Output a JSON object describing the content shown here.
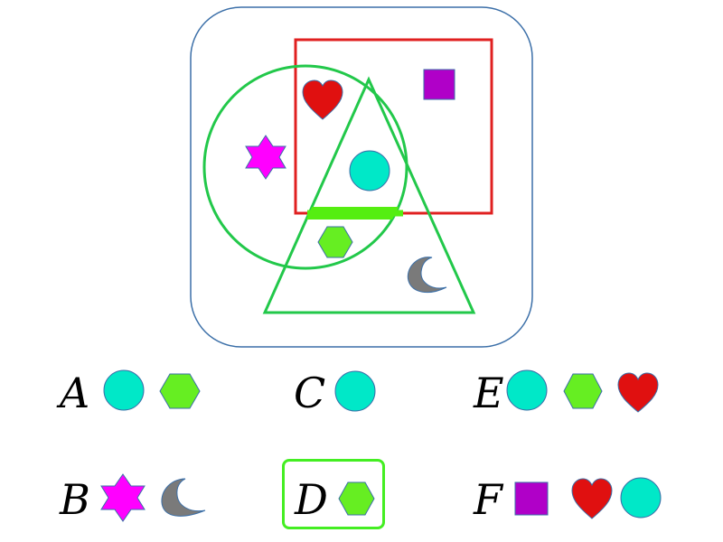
{
  "colors": {
    "frame": "#3b6fa8",
    "red_rect": "#e02020",
    "green_outline": "#22c84a",
    "region_highlight": "#55ee11",
    "heart": "#e01010",
    "square": "#b000c8",
    "star": "#ff00ff",
    "circle": "#00e8c8",
    "hexagon": "#66ee22",
    "moon": "#7a7a7a",
    "shape_stroke": "#3b6fa8"
  },
  "diagram": {
    "sets": [
      "rounded-rectangle-universe",
      "circle",
      "rectangle",
      "triangle"
    ],
    "shapes_in_diagram": [
      "heart-icon",
      "square-icon",
      "star-icon",
      "circle-icon",
      "hexagon-icon",
      "moon-icon"
    ],
    "highlighted_region_contains": [
      "hexagon-icon"
    ]
  },
  "options": [
    {
      "label": "A",
      "icons": [
        "circle-icon",
        "hexagon-icon"
      ]
    },
    {
      "label": "B",
      "icons": [
        "star-icon",
        "moon-icon"
      ]
    },
    {
      "label": "C",
      "icons": [
        "circle-icon"
      ]
    },
    {
      "label": "D",
      "icons": [
        "hexagon-icon"
      ],
      "highlighted": true
    },
    {
      "label": "E",
      "icons": [
        "circle-icon",
        "hexagon-icon",
        "heart-icon"
      ]
    },
    {
      "label": "F",
      "icons": [
        "square-icon",
        "heart-icon",
        "circle-icon"
      ]
    }
  ]
}
